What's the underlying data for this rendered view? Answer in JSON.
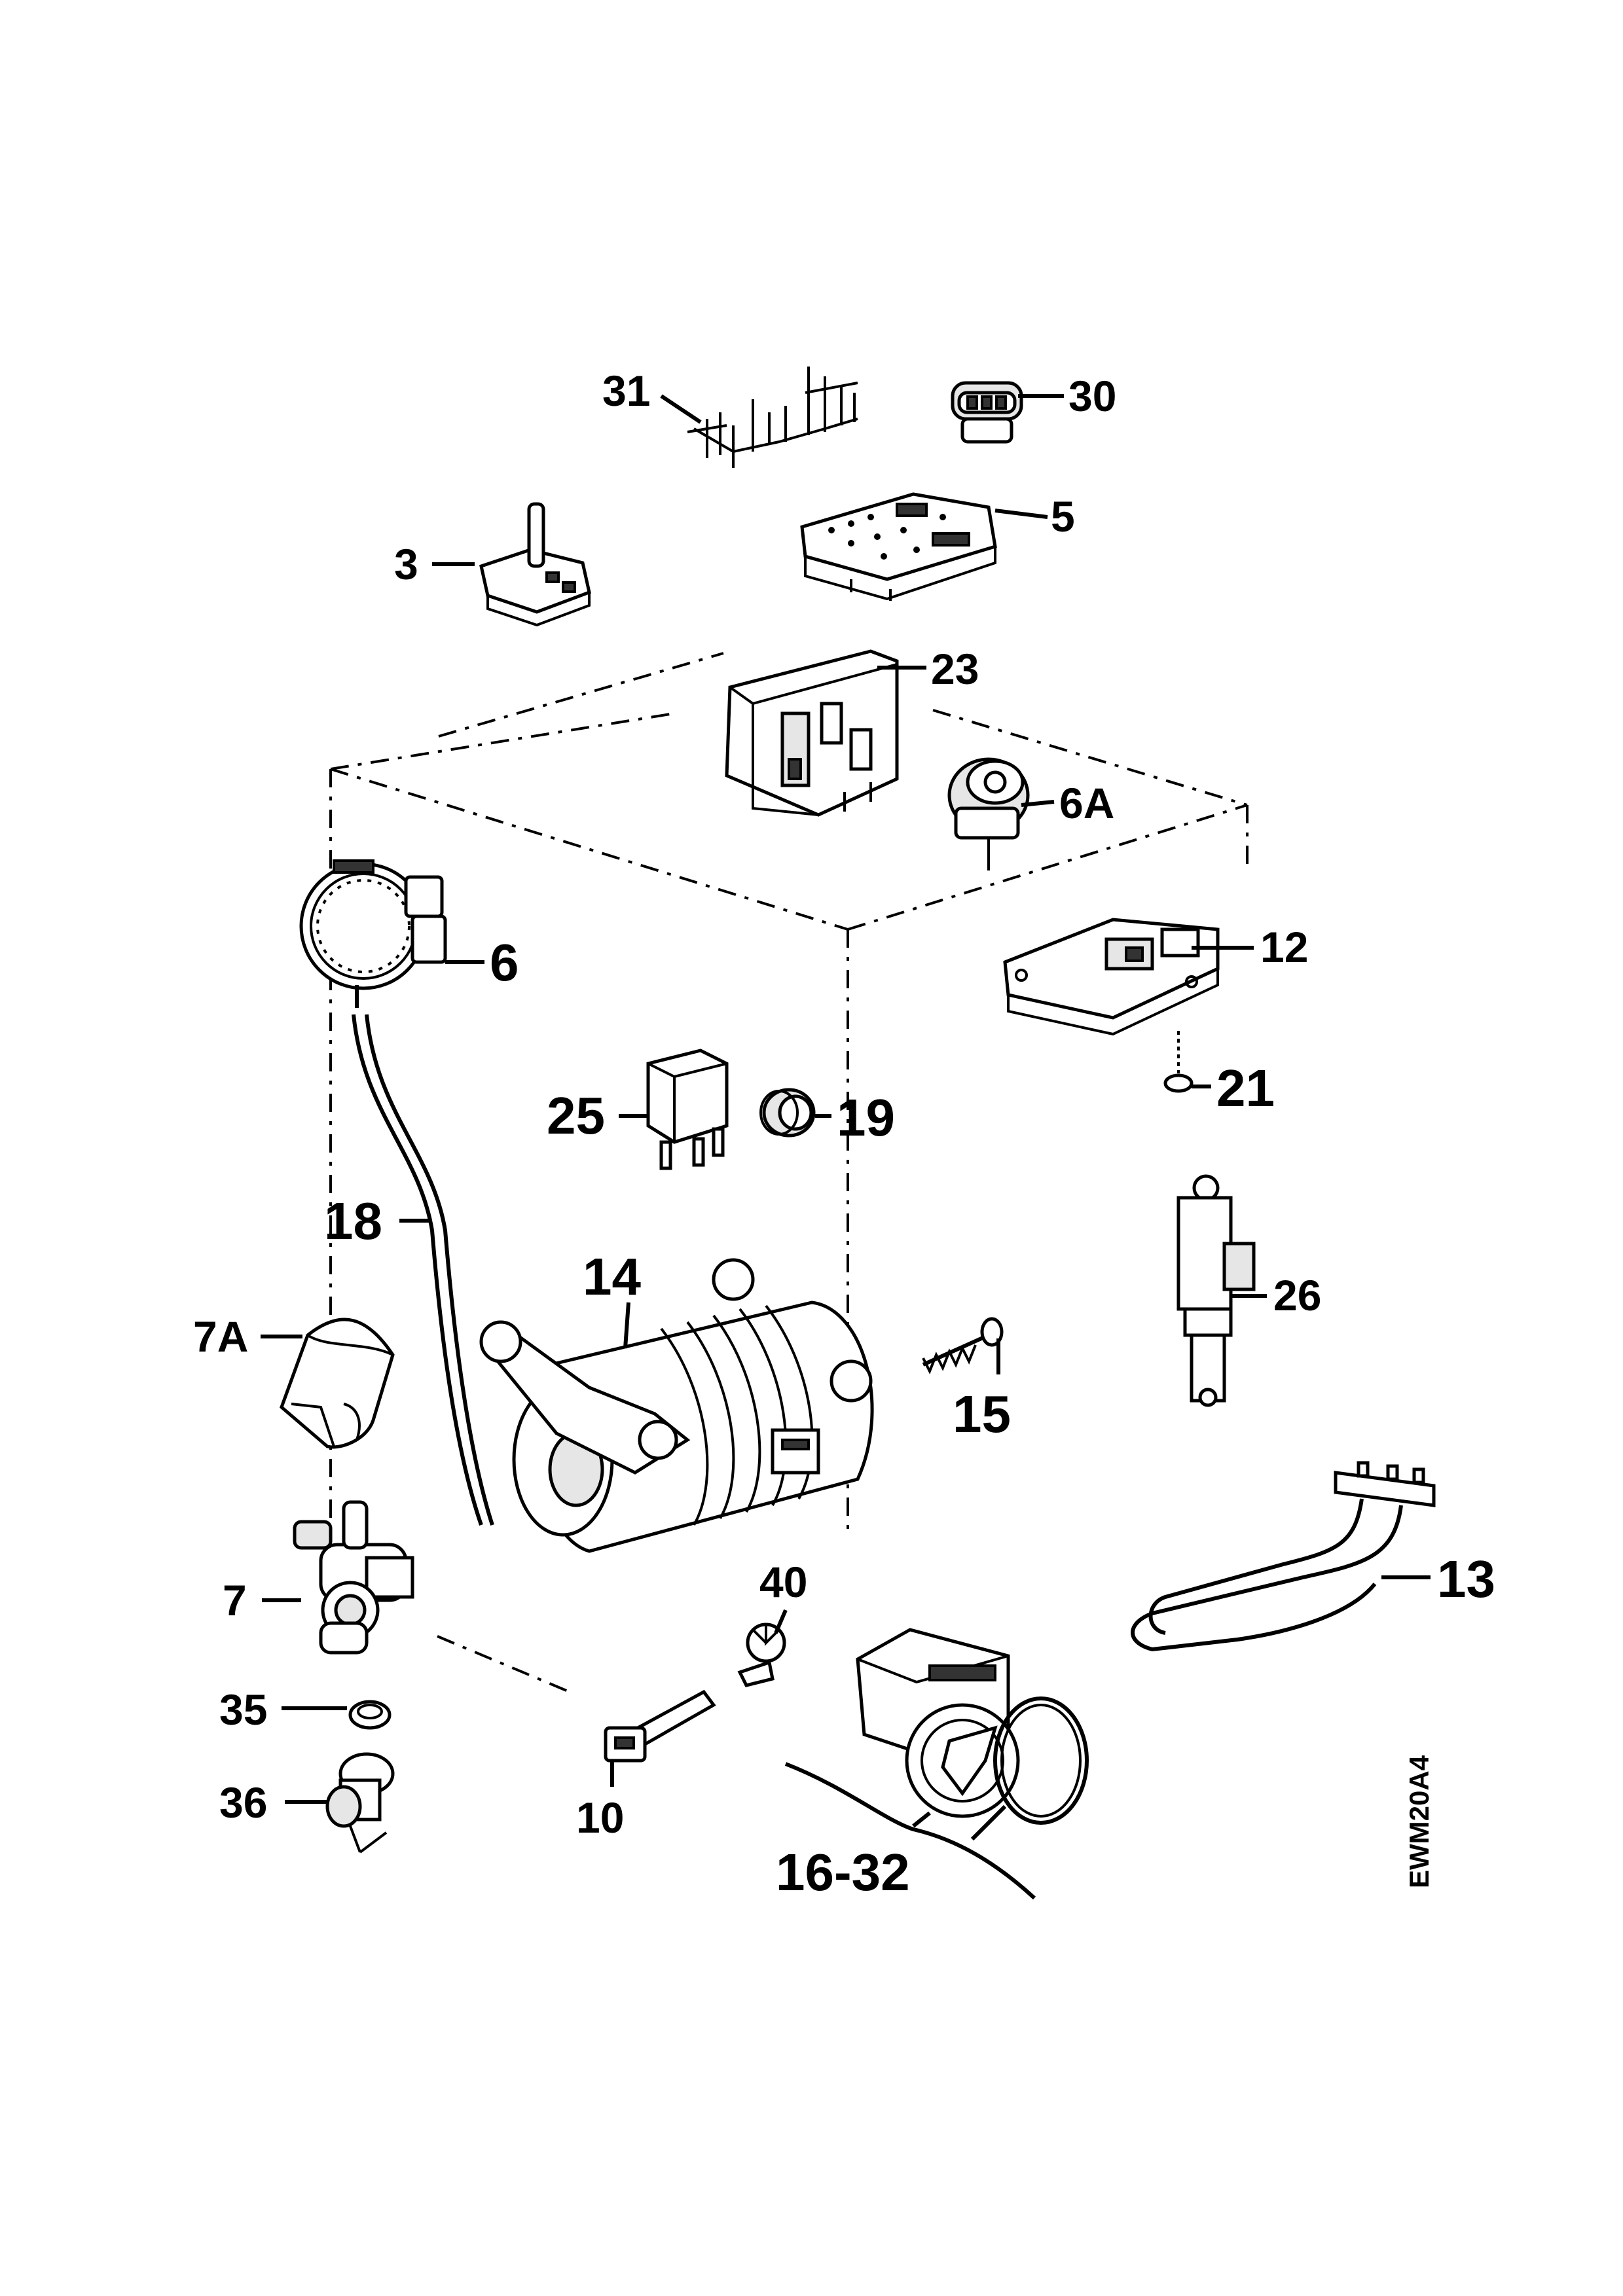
{
  "diagram": {
    "drawing_code": "EWM20A4",
    "parts": [
      {
        "id": "p31",
        "label": "31"
      },
      {
        "id": "p30",
        "label": "30"
      },
      {
        "id": "p5",
        "label": "5"
      },
      {
        "id": "p3",
        "label": "3"
      },
      {
        "id": "p23",
        "label": "23"
      },
      {
        "id": "p6A",
        "label": "6A"
      },
      {
        "id": "p6",
        "label": "6"
      },
      {
        "id": "p12",
        "label": "12"
      },
      {
        "id": "p21",
        "label": "21"
      },
      {
        "id": "p25",
        "label": "25"
      },
      {
        "id": "p19",
        "label": "19"
      },
      {
        "id": "p18",
        "label": "18"
      },
      {
        "id": "p14",
        "label": "14"
      },
      {
        "id": "p26",
        "label": "26"
      },
      {
        "id": "p7A",
        "label": "7A"
      },
      {
        "id": "p15",
        "label": "15"
      },
      {
        "id": "p13",
        "label": "13"
      },
      {
        "id": "p40",
        "label": "40"
      },
      {
        "id": "p7",
        "label": "7"
      },
      {
        "id": "p35",
        "label": "35"
      },
      {
        "id": "p10",
        "label": "10"
      },
      {
        "id": "p36",
        "label": "36"
      },
      {
        "id": "p16-32",
        "label": "16-32"
      }
    ]
  }
}
